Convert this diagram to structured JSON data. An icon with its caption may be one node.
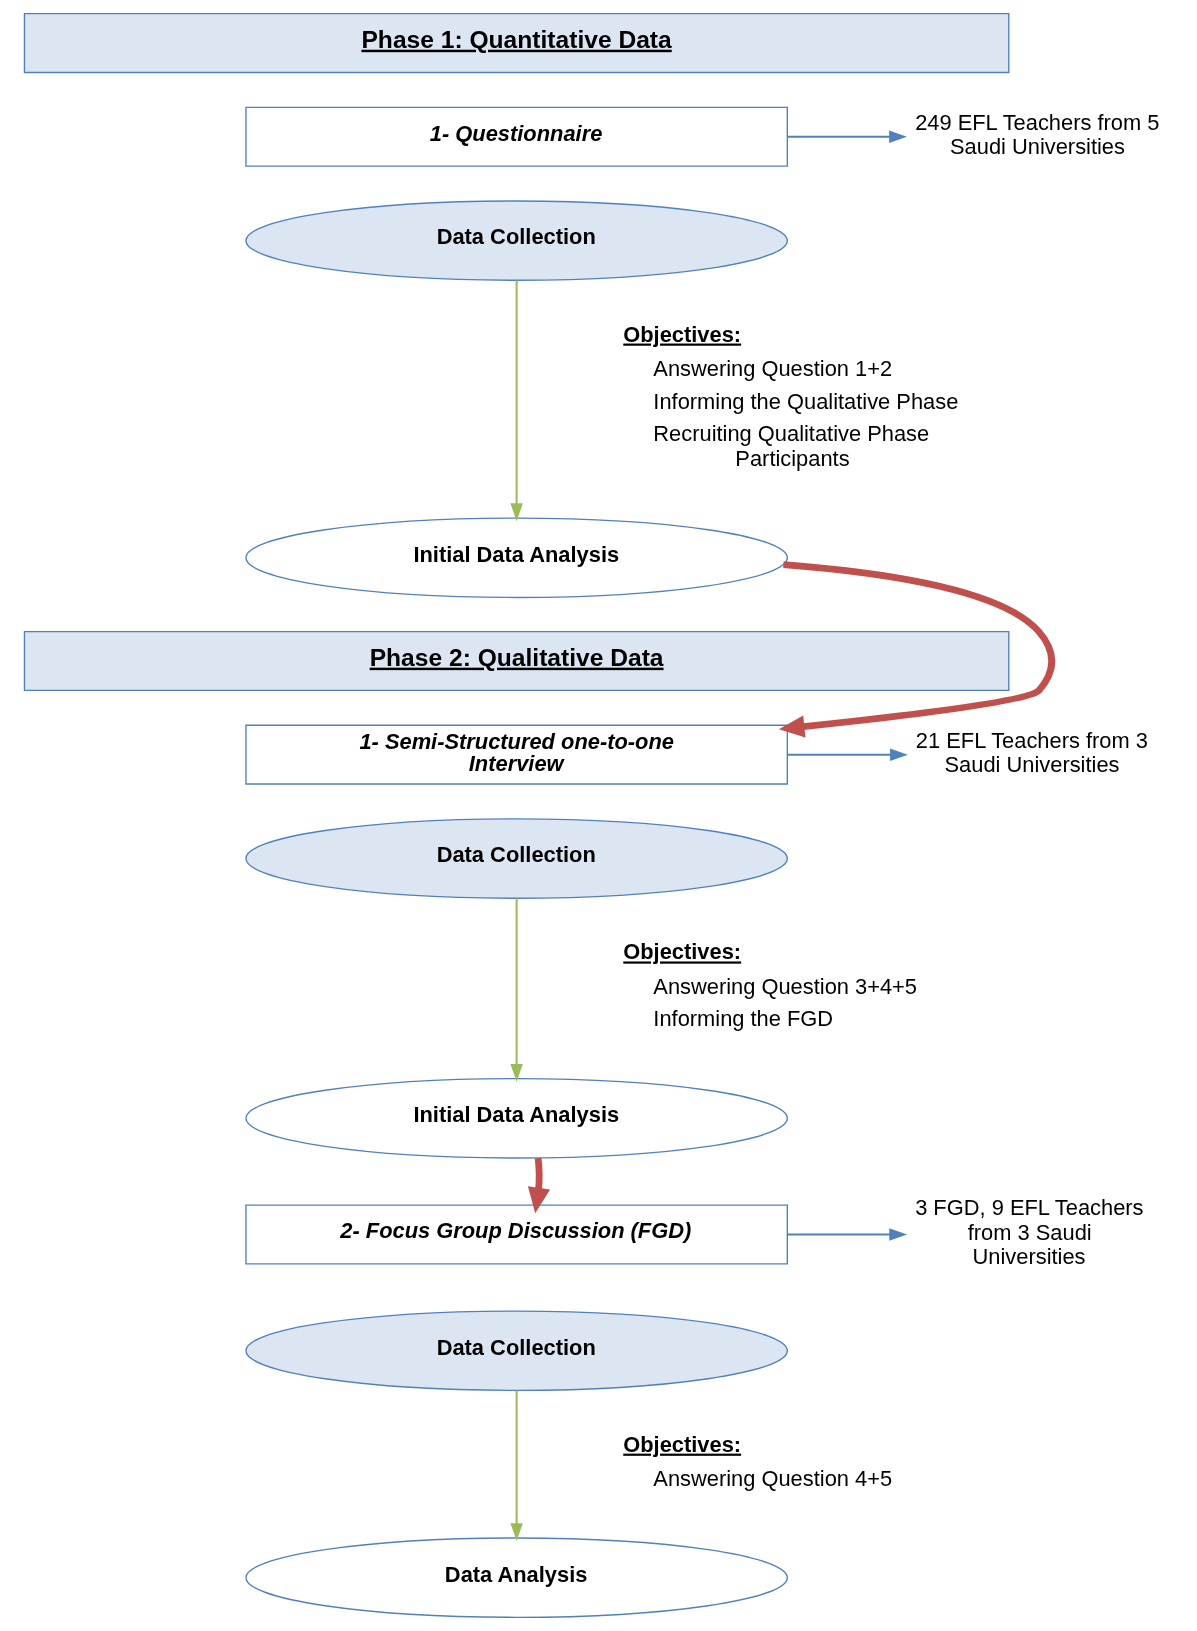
{
  "diagram": {
    "nodes": [
      {
        "text": [
          "Phase 1: Quantitative Data"
        ]
      },
      {
        "text": [
          "1- Questionnaire"
        ]
      },
      {
        "text": [
          "249 EFL Teachers from 5 Saudi Universities"
        ]
      },
      {
        "text": [
          "Data Collection"
        ]
      },
      {
        "text": [
          "Initial Data Analysis"
        ]
      },
      {
        "text": [
          "Phase 2: Qualitative Data"
        ]
      },
      {
        "text": [
          "1- Semi-Structured one-to-one Interview"
        ]
      },
      {
        "text": [
          "21 EFL Teachers from 3 Saudi Universities"
        ]
      },
      {
        "text": [
          "Data Collection"
        ]
      },
      {
        "text": [
          "Initial Data Analysis"
        ]
      },
      {
        "text": [
          "2- Focus Group Discussion (FGD)"
        ]
      },
      {
        "text": [
          "3 FGD, 9 EFL Teachers from 3 Saudi Universities"
        ]
      },
      {
        "text": [
          "Data Collection"
        ]
      },
      {
        "text": [
          "Data Analysis"
        ]
      }
    ],
    "edges": [
      {
        "from": 1,
        "to": 2,
        "arrow": "to",
        "color": "#4f81bd"
      },
      {
        "from": 3,
        "to": 4,
        "arrow": "to",
        "color": "#9bbb59"
      },
      {
        "from": 4,
        "to": 6,
        "arrow": "to",
        "style": "thick",
        "color": "#c0504d"
      },
      {
        "from": 6,
        "to": 7,
        "arrow": "to",
        "color": "#4f81bd"
      },
      {
        "from": 8,
        "to": 9,
        "arrow": "to",
        "color": "#9bbb59"
      },
      {
        "from": 9,
        "to": 10,
        "arrow": "to",
        "style": "thick",
        "color": "#c0504d"
      },
      {
        "from": 10,
        "to": 11,
        "arrow": "to",
        "color": "#4f81bd"
      },
      {
        "from": 12,
        "to": 13,
        "arrow": "to",
        "color": "#9bbb59"
      }
    ],
    "labels": [
      "Objectives:",
      "Answering Question 1+2",
      "Informing the Qualitative Phase",
      "Recruiting Qualitative Phase Participants",
      "Objectives:",
      "Answering Question 3+4+5",
      "Informing the FGD",
      "Objectives:",
      "Answering Question 4+5"
    ]
  }
}
